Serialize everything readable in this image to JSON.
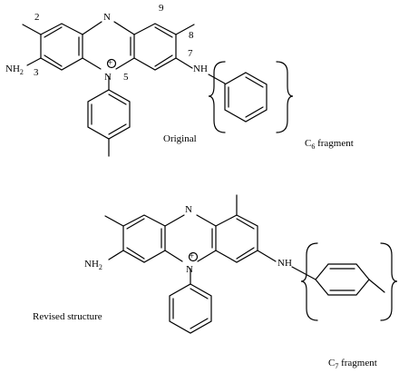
{
  "original": {
    "atoms": {
      "n_top": "N",
      "n_mid": "N",
      "amine_left": "NH",
      "amine_left_sub": "2",
      "amine_right": "NH"
    },
    "locants": {
      "l2": "2",
      "l3": "3",
      "l5": "5",
      "l7": "7",
      "l8": "8",
      "l9": "9"
    },
    "caption": "Original",
    "fragment_prefix": "C",
    "fragment_sub": "6",
    "fragment_suffix": " fragment"
  },
  "revised": {
    "atoms": {
      "n_top": "N",
      "n_mid": "N",
      "amine_left": "NH",
      "amine_left_sub": "2",
      "amine_right": "NH"
    },
    "caption": "Revised structure",
    "fragment_prefix": "C",
    "fragment_sub": "7",
    "fragment_suffix": " fragment"
  },
  "charge_symbol": "+"
}
